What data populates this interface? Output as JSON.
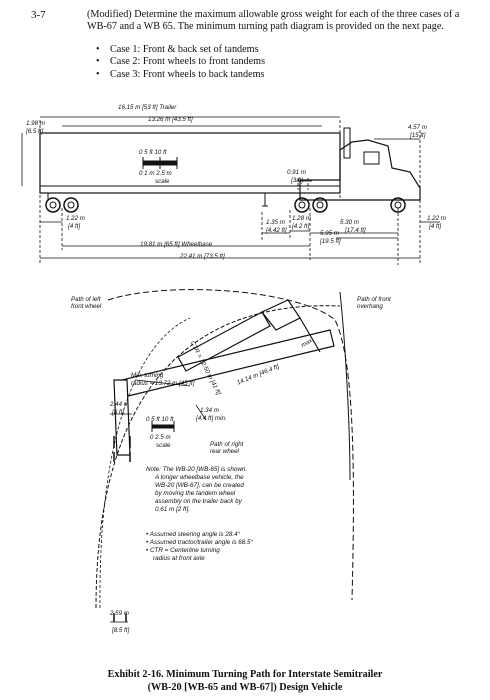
{
  "problem": {
    "number": "3-7",
    "text": "(Modified) Determine the maximum allowable gross weight for each of the three cases of a WB-67 and a WB 65. The minimum turning path diagram is provided on the next page.",
    "cases": [
      "Case 1: Front & back set of tandems",
      "Case 2: Front wheels to front tandems",
      "Case 3: Front wheels to back tandems"
    ]
  },
  "truck_labels": {
    "trailer_length": "16.15 m [53 ft] Trailer",
    "trailer_length_2": "13.26 m [43.5 ft]",
    "height_m": "1.98 m",
    "height_ft": "[6.5 ft]",
    "front_overhang_m": "4.57 m",
    "front_overhang_ft": "[15 ft]",
    "scale_ft": "0   5 ft  10 ft",
    "scale_m": "0  1 m  2.5 m",
    "scale_word": "scale",
    "fifth_wheel_m": "0.91 m",
    "fifth_wheel_ft": "[3 ft]",
    "rear_overhang_m": "1.22 m",
    "rear_overhang_ft": "[4 ft]",
    "tandem_m": "1.35 m",
    "tandem_ft": "[4.42 ft]",
    "drive_tandem_m": "1.28 m",
    "drive_tandem_ft": "[4.2 ft]",
    "tractor_wb_m": "5.95 m",
    "tractor_wb_ft": "[19.5 ft]",
    "cab_m": "5.30 m",
    "cab_ft": "[17.4 ft]",
    "front_m": "1.22 m",
    "front_ft": "[4 ft]",
    "wheelbase": "19.81 m [65 ft] Wheelbase",
    "overall": "22.41 m [73.5 ft]"
  },
  "path_labels": {
    "left_wheel": "Path of left\nfront wheel",
    "front_overhang": "Path of front\noverhang",
    "ctr": "CTR = 12.50 m [41 ft]",
    "max_radius": "14.14 m [46.4 ft]",
    "max_word": "max.",
    "min_turning": "Min. turning",
    "min_radius": "radius = 13.72 m [45 ft]",
    "w244m": "2.44 m",
    "w244ft": "[8 ft]",
    "d134m": "1.34 m",
    "d134ft": "[4.4 ft] min.",
    "scale2_ft": "0 5 ft 10 ft",
    "scale2_m": "0  2.5 m",
    "scale2_word": "scale",
    "rear_wheel": "Path of right\nrear wheel",
    "w259m": "2.59 m",
    "w259ft": "[8.5 ft]"
  },
  "note": [
    "Note: The WB-20 [WB-65] is shown.",
    "A longer wheelbase vehicle, the",
    "WB-20 [WB-67], can be created",
    "by moving the tandem wheel",
    "assembly on the trailer back by",
    "0.61 m [2 ft]."
  ],
  "assumptions": [
    "• Assumed steering angle is 28.4°",
    "• Assumed tractor/trailer angle is 68.5°",
    "• CTR = Centerline turning",
    "radius at front axle"
  ],
  "caption": {
    "line1": "Exhibit 2-16.  Minimum Turning Path for Interstate Semitrailer",
    "line2": "(WB-20 [WB-65 and WB-67]) Design Vehicle"
  }
}
